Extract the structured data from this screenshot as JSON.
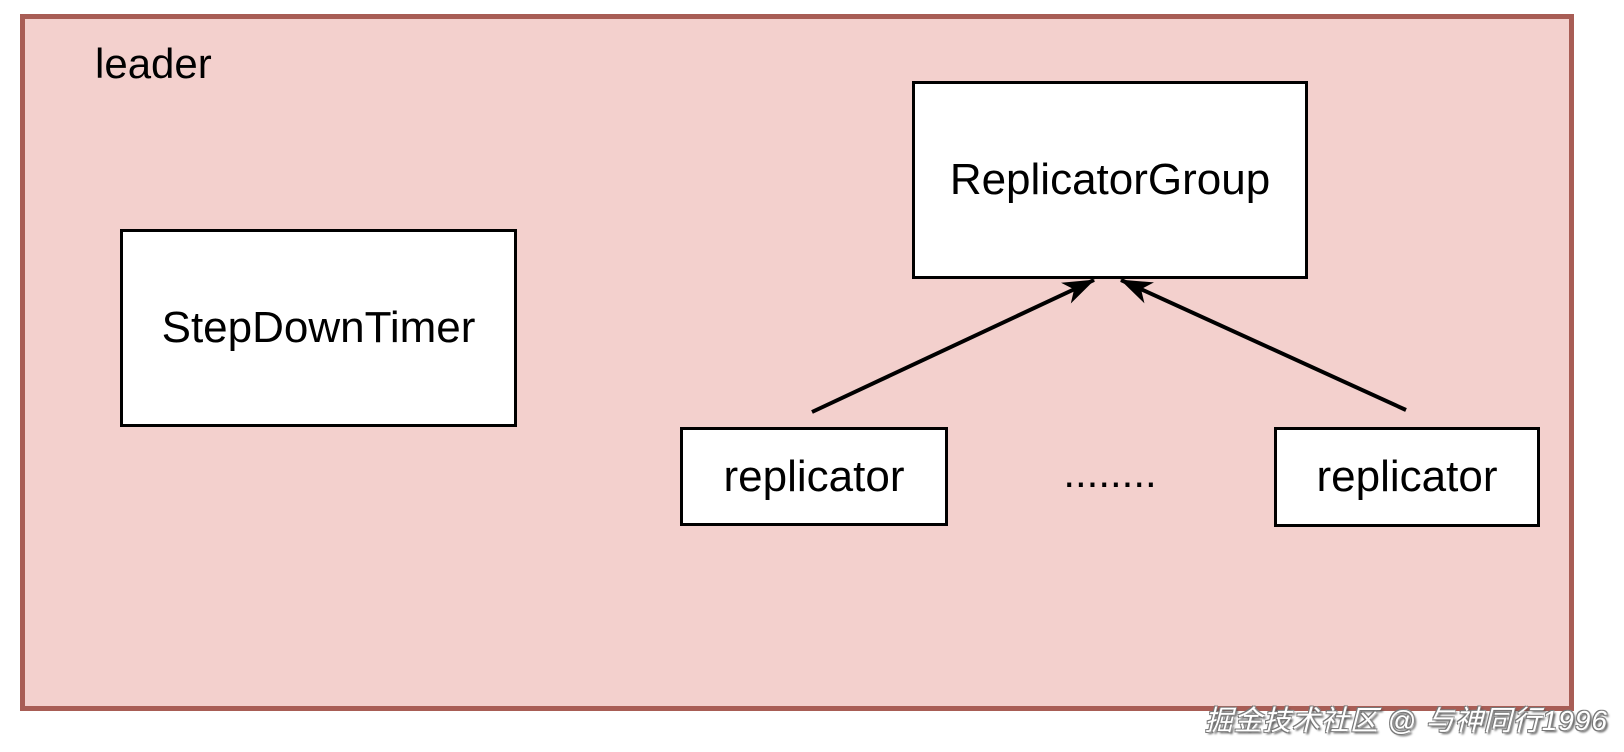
{
  "container": {
    "label": "leader",
    "fill_color": "#f3d0cd",
    "border_color": "#a85d55"
  },
  "nodes": {
    "step_down_timer": {
      "label": "StepDownTimer"
    },
    "replicator_group": {
      "label": "ReplicatorGroup"
    },
    "replicator_left": {
      "label": "replicator"
    },
    "replicator_right": {
      "label": "replicator"
    }
  },
  "node_style": {
    "fill": "#ffffff",
    "border": "#000000",
    "text_color": "#000000"
  },
  "ellipsis": "........",
  "edges": [
    {
      "from": "replicator_left",
      "to": "replicator_group",
      "arrow_at": "to"
    },
    {
      "from": "replicator_right",
      "to": "replicator_group",
      "arrow_at": "to"
    }
  ],
  "watermark": {
    "text": "掘金技术社区 @ 与神同行1996",
    "color": "#ffffff"
  }
}
